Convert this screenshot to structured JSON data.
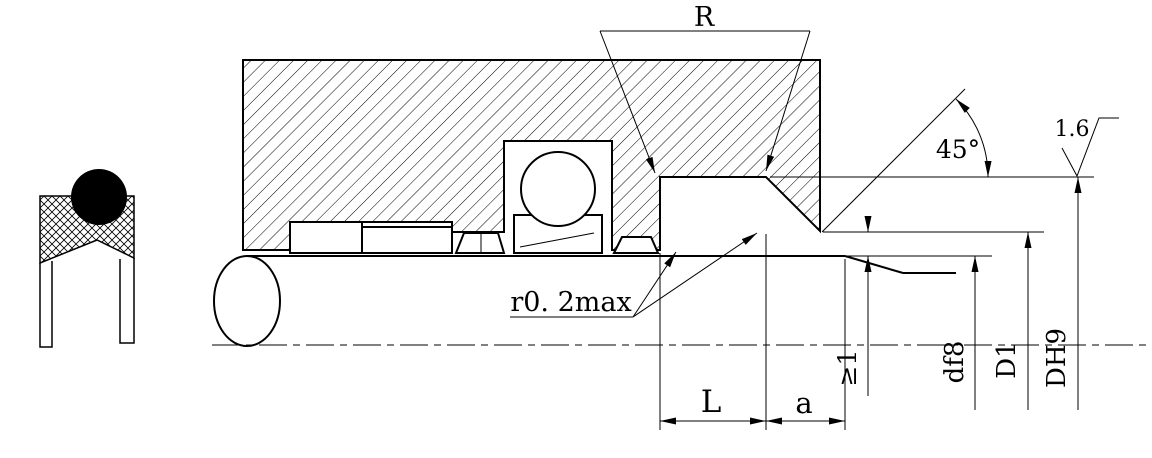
{
  "drawing": {
    "background": "#ffffff",
    "ink": "#000000",
    "labels": {
      "radius": "R",
      "angle": "45°",
      "roughness": "1.6",
      "fillet": "r0. 2max",
      "clearance": "≥1",
      "length_L": "L",
      "length_a": "a",
      "dia_rod": "df8",
      "dia_D1": "D1",
      "dia_DH9": "DH9"
    }
  }
}
